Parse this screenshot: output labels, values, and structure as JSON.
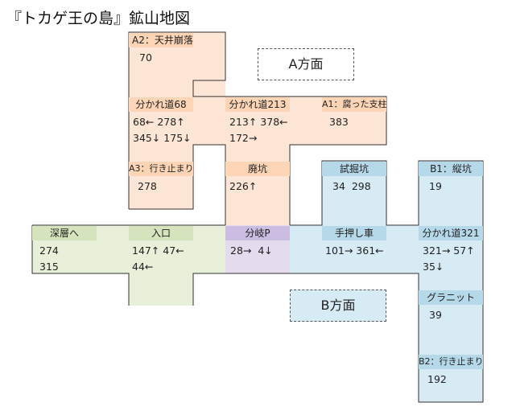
{
  "title": "『トカゲ王の島』鉱山地図",
  "direction_a": "A方面",
  "direction_b": "B方面",
  "nodes": {
    "a2": {
      "label": "A2：天井崩落",
      "values": [
        "70"
      ]
    },
    "fork68": {
      "label": "分かれ道68",
      "values": [
        "68← 278↑",
        "345↓ 175↓"
      ]
    },
    "fork213": {
      "label": "分かれ道213",
      "values": [
        "213↑ 378←",
        "172→"
      ]
    },
    "a1": {
      "label": "A1：腐った支柱",
      "values": [
        "383"
      ]
    },
    "a3": {
      "label": "A3：行き止まり",
      "values": [
        "278"
      ]
    },
    "haikou": {
      "label": "廃坑",
      "values": [
        "226↑"
      ]
    },
    "shikutsu": {
      "label": "試掘坑",
      "values": [
        "34  298"
      ]
    },
    "b1": {
      "label": "B1：縦坑",
      "values": [
        "19"
      ]
    },
    "shinso": {
      "label": "深層へ",
      "values": [
        "274",
        "315"
      ]
    },
    "iriguchi": {
      "label": "入口",
      "values": [
        "147↑ 47←",
        "44←"
      ]
    },
    "bunki": {
      "label": "分岐P",
      "values": [
        "28→  4↓"
      ]
    },
    "teoshi": {
      "label": "手押し車",
      "values": [
        "101→ 361←"
      ]
    },
    "fork321": {
      "label": "分かれ道321",
      "values": [
        "321→ 57↑",
        "35↓"
      ]
    },
    "granite": {
      "label": "グラニット",
      "values": [
        "39"
      ]
    },
    "b2": {
      "label": "B2：行き止まり",
      "values": [
        "192"
      ]
    }
  }
}
